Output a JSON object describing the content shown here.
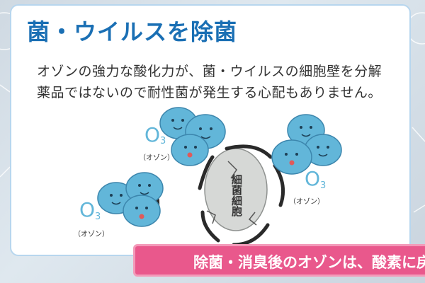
{
  "card": {
    "title": "菌・ウイルスを除菌",
    "description_lines": [
      "オゾンの強力な酸化力が、菌・ウイルスの細胞壁を分解",
      "薬品ではないので耐性菌が発生する心配もありません。"
    ]
  },
  "illustration": {
    "ozone_symbol": "O",
    "ozone_subscript": "3",
    "ozone_caption": "（オゾン）",
    "cell_label": "細菌細胞",
    "colors": {
      "ozone_fill": "#62b6d9",
      "ozone_stroke": "#3c86ad",
      "cell_fill": "#d6d8d6",
      "cell_wall": "#2a2a2a",
      "title_blue": "#1a6fb4"
    }
  },
  "banner": {
    "text": "除菌・消臭後のオゾンは、酸素に戻",
    "color": "#e9588c"
  }
}
